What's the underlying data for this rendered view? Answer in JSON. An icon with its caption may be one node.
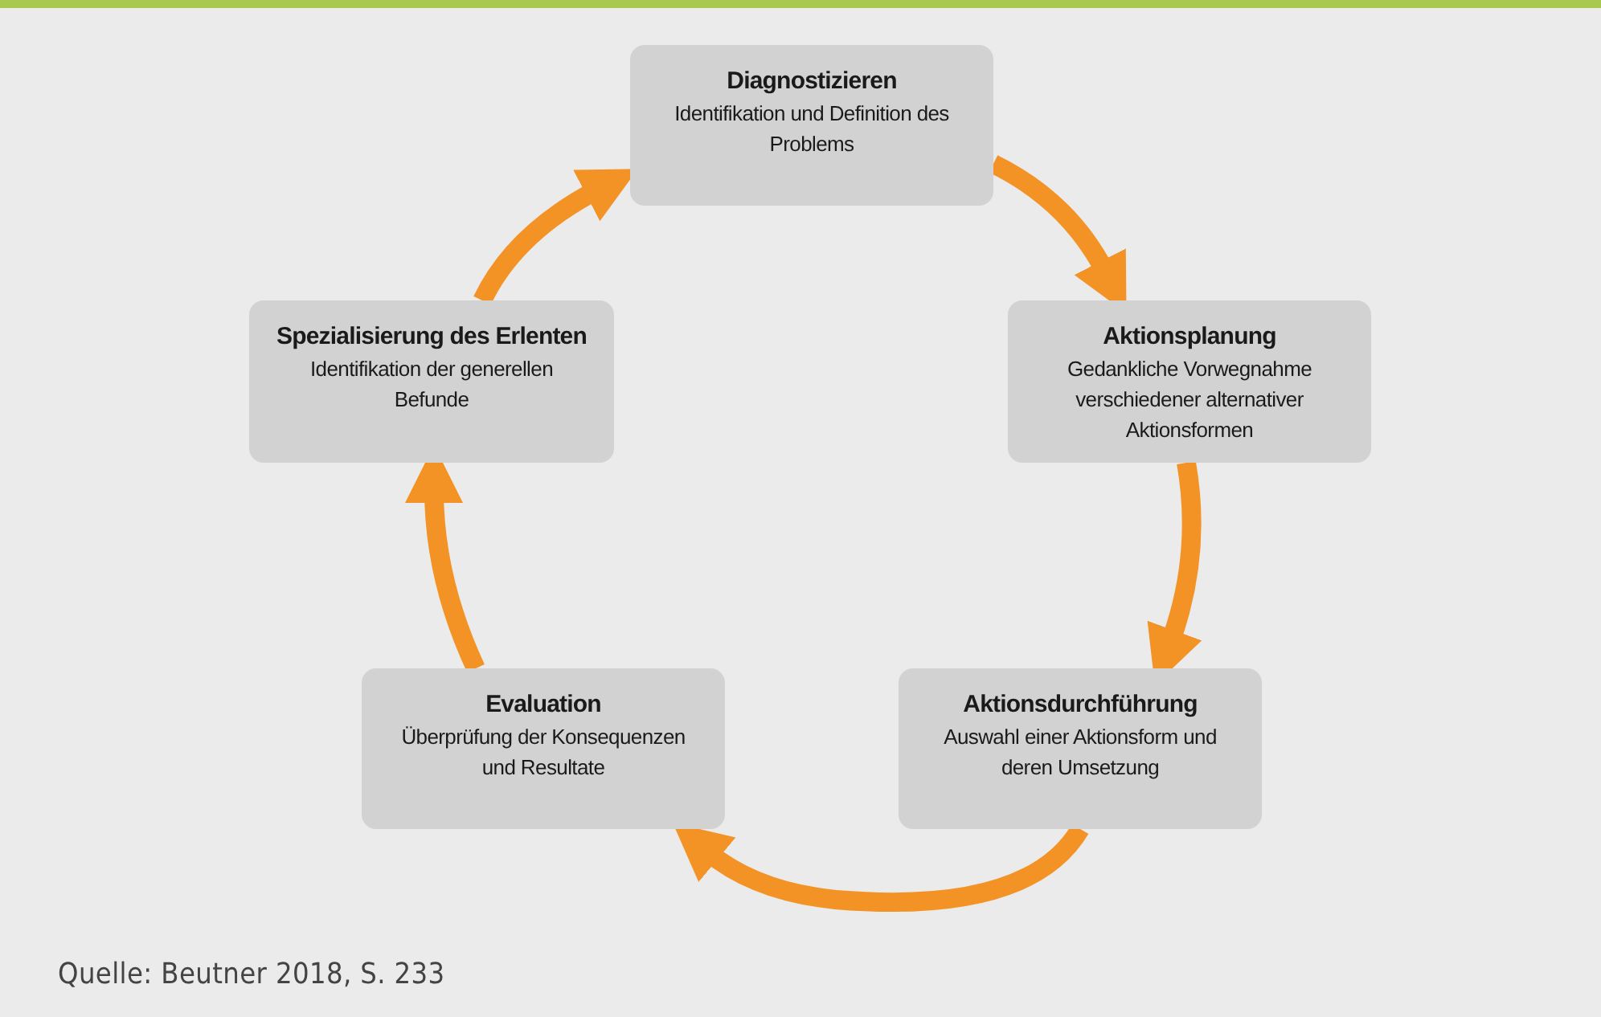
{
  "diagram": {
    "caption": "Quelle: Beutner 2018, S. 233",
    "nodes": [
      {
        "text": [
          "Diagnostizieren",
          "Identifikation und Definition des Problems"
        ]
      },
      {
        "text": [
          "Aktionsplanung",
          "Gedankliche Vorwegnahme verschiedener alternativer Aktionsformen"
        ]
      },
      {
        "text": [
          "Aktionsdurchführung",
          "Auswahl einer Aktionsform und deren Umsetzung"
        ]
      },
      {
        "text": [
          "Evaluation",
          "Überprüfung der Konsequenzen und Resultate"
        ]
      },
      {
        "text": [
          "Spezialisierung des Erlenten",
          "Identifikation der generellen Befunde"
        ]
      }
    ],
    "edges": [
      {
        "from": 0,
        "to": 1,
        "arrow": "to"
      },
      {
        "from": 1,
        "to": 2,
        "arrow": "to"
      },
      {
        "from": 2,
        "to": 3,
        "arrow": "to"
      },
      {
        "from": 3,
        "to": 4,
        "arrow": "to"
      },
      {
        "from": 4,
        "to": 0,
        "arrow": "to"
      }
    ]
  }
}
